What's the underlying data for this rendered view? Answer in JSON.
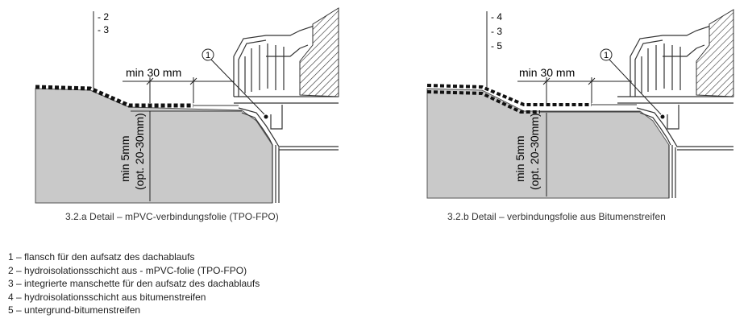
{
  "figures": [
    {
      "caption": "3.2.a  Detail – mPVC-verbindungsfolie (TPO-FPO)",
      "layer_labels": [
        "- 2",
        "- 3"
      ],
      "dimension_horizontal": "min 30 mm",
      "dimension_vertical_1": "min 5mm",
      "dimension_vertical_2": "(opt. 20-30mm)",
      "callout": "1"
    },
    {
      "caption": "3.2.b  Detail – verbindungsfolie aus Bitumenstreifen",
      "layer_labels": [
        "- 4",
        "- 3",
        "- 5"
      ],
      "dimension_horizontal": "min 30 mm",
      "dimension_vertical_1": "min 5mm",
      "dimension_vertical_2": "(opt. 20-30mm)",
      "callout": "1"
    }
  ],
  "legend": [
    "1 – flansch für den aufsatz des dachablaufs",
    "2 – hydroisolationsschicht aus - mPVC-folie (TPO-FPO)",
    "3 – integrierte manschette für den aufsatz des dachablaufs",
    "4 – hydroisolationsschicht aus bitumenstreifen",
    "5 – untergrund-bitumenstreifen"
  ],
  "colors": {
    "substrate": "#c9c9c9",
    "line": "#222222",
    "membrane": "#111111"
  }
}
